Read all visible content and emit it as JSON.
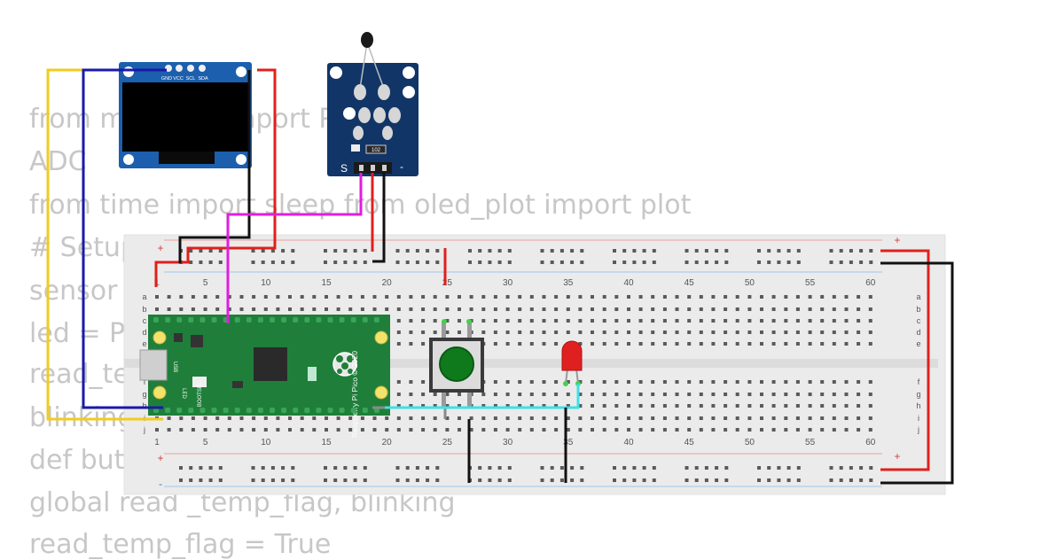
{
  "background_code": [
    "from machine import Pin,",
    "ADC",
    "from time import sleep from oled_plot import plot",
    "# Setup",
    "sensor",
    "led = Pin",
    "read_te",
    "blinking",
    "def but",
    "global read _temp_flag, blinking",
    "read_temp_flag = True"
  ],
  "oled": {
    "pins": [
      "GND",
      "VCC",
      "SCL",
      "SDA"
    ]
  },
  "temp_sensor": {
    "signal_label": "S",
    "minus_label": "-",
    "resistor_label": "102"
  },
  "breadboard": {
    "column_numbers": [
      "1",
      "5",
      "10",
      "15",
      "20",
      "25",
      "30",
      "35",
      "40",
      "45",
      "50",
      "55",
      "60"
    ],
    "rows_top": [
      "a",
      "b",
      "c",
      "d",
      "e"
    ],
    "rows_bottom": [
      "f",
      "g",
      "h",
      "i",
      "j"
    ],
    "plus_label": "+",
    "minus_label": "-"
  },
  "pico": {
    "board_text": "Raspberry Pi Pico © 2020",
    "bootsel_label": "BOOTSEL",
    "led_label": "LED",
    "usb_label": "USB"
  },
  "colors": {
    "red": "#e0201c",
    "black": "#111111",
    "blue": "#1a1aa8",
    "yellow": "#f2cc1d",
    "magenta": "#e11de0",
    "cyan": "#3fe0e6",
    "pico_green": "#1f7f3a",
    "breadboard": "#ececec",
    "button_green": "#0f7a1c"
  }
}
